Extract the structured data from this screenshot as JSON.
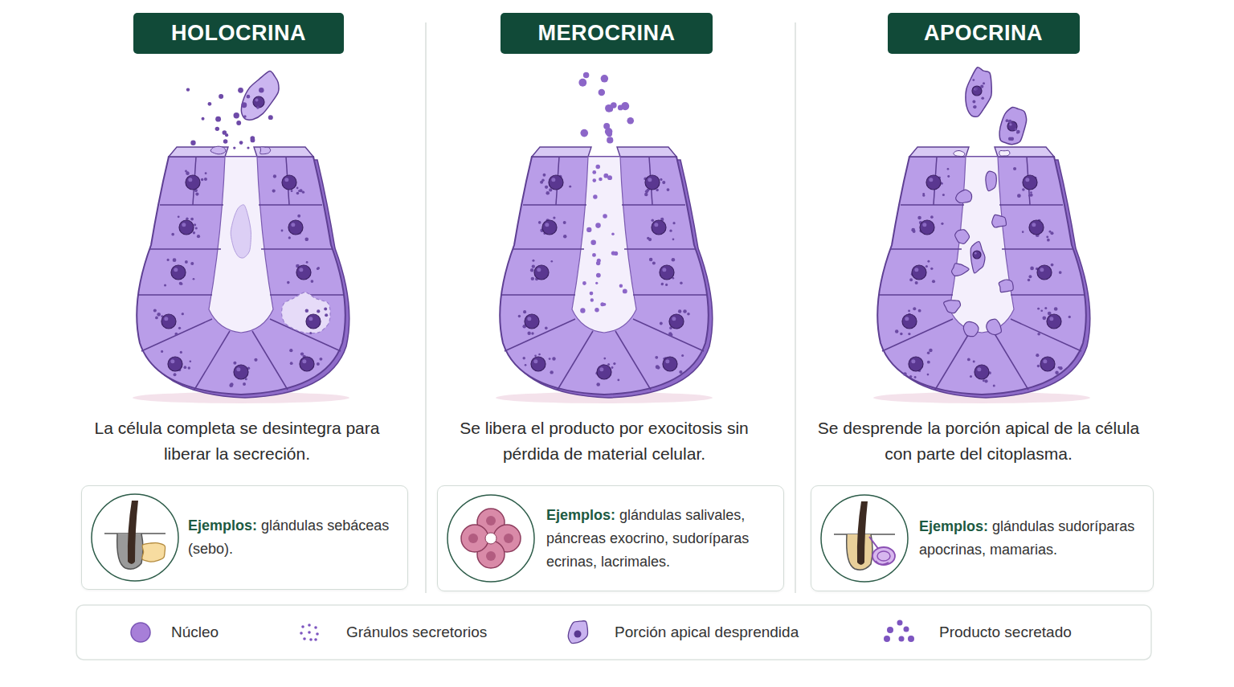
{
  "diagram": {
    "nodes": [
      {
        "text": [
          "HOLOCRINA"
        ]
      },
      {
        "text": [
          "MEROCRINA"
        ]
      },
      {
        "text": [
          "APOCRINA"
        ]
      },
      {
        "text": [
          "Ejemplos:",
          "glándulas sebáceas (sebo)."
        ]
      },
      {
        "text": [
          "Ejemplos:",
          "glándulas salivales, páncreas exocrino, sudoríparas ecrinas, lacrimales."
        ]
      },
      {
        "text": [
          "Ejemplos:",
          "glándulas sudoríparas apocrinas, mamarias."
        ]
      }
    ],
    "labels": [
      "La célula completa se desintegra para liberar la secreción.",
      "Se libera el producto por exocitosis sin pérdida de material celular.",
      "Se desprende la porción apical de la célula con parte del citoplasma."
    ],
    "legend": [
      {
        "text": "Núcleo"
      },
      {
        "text": "Gránulos secretorios"
      },
      {
        "text": "Porción apical desprendida"
      },
      {
        "text": "Producto secretado"
      }
    ]
  }
}
